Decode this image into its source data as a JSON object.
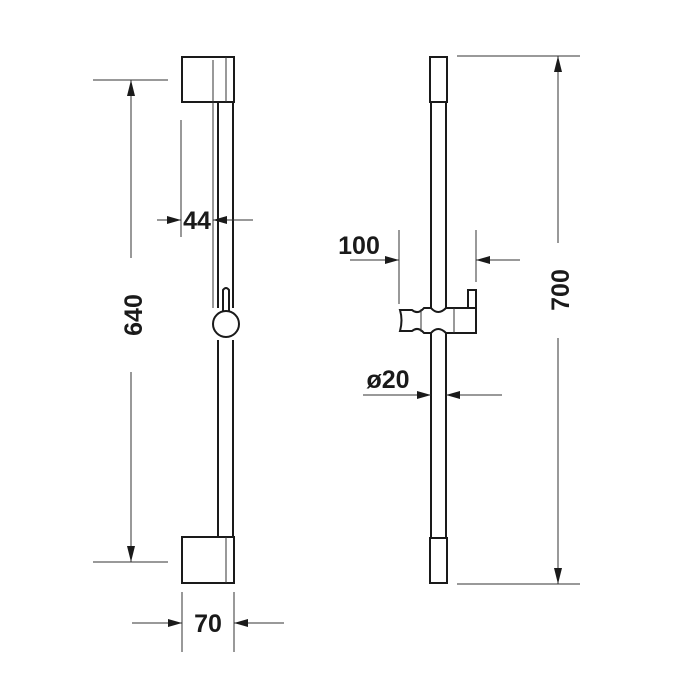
{
  "drawing": {
    "type": "technical-drawing",
    "subject": "shower rail with slider",
    "line_color": "#1a1a1a",
    "background": "#ffffff"
  },
  "side_view": {
    "dimensions": {
      "height_between_mounts": "640",
      "projection_depth": "44",
      "bracket_width": "70"
    }
  },
  "front_view": {
    "dimensions": {
      "slider_reach": "100",
      "rail_diameter": "ø20",
      "total_length": "700"
    }
  }
}
